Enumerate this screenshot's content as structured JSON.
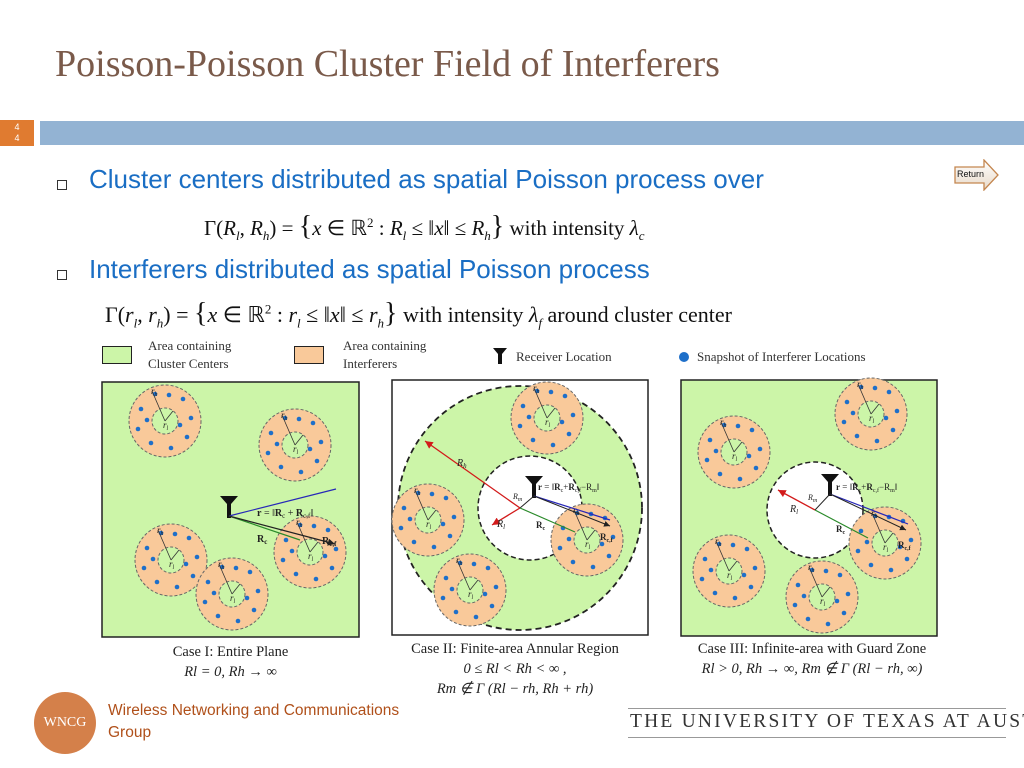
{
  "slide": {
    "title": "Poisson-Poisson Cluster Field of Interferers",
    "number_top": "4",
    "number_bottom": "4"
  },
  "bullets": [
    {
      "text": "Cluster centers distributed as spatial Poisson process over"
    },
    {
      "text": "Interferers distributed as spatial Poisson process"
    }
  ],
  "return_button": {
    "label": "Return"
  },
  "equations": {
    "eq1_tail": "with intensity",
    "eq2_tail": "with intensity",
    "eq2_end": "around cluster center"
  },
  "legend": {
    "cluster_line1": "Area containing",
    "cluster_line2": "Cluster Centers",
    "interferer_line1": "Area containing",
    "interferer_line2": "Interferers",
    "receiver": "Receiver Location",
    "snapshot": "Snapshot of Interferer Locations"
  },
  "cases": [
    {
      "caption": "Case I: Entire Plane",
      "condition": "Rl = 0, Rh → ∞"
    },
    {
      "caption": "Case II: Finite-area Annular Region",
      "condition": "0 ≤ Rl < Rh < ∞ ,",
      "condition2": "Rm ∉ Γ (Rl − rh, Rh + rh)"
    },
    {
      "caption": "Case III: Infinite-area with Guard Zone",
      "condition": "Rl > 0, Rh → ∞, Rm ∉ Γ (Rl − rh, ∞)"
    }
  ],
  "diagram_labels": {
    "rh": "r",
    "rl": "r",
    "Rh": "R",
    "Rl": "R",
    "Rm": "R",
    "r_eq": "r = ‖Rc + Rc,f‖",
    "r_eq2": "r = ‖Rc + Rc,f − Rm‖",
    "Rc": "R",
    "Rcf": "R"
  },
  "footer": {
    "logo_text": "WNCG",
    "group_line1": "Wireless Networking and Communications",
    "group_line2": "Group",
    "university": "THE UNIVERSITY OF TEXAS AT AUSTIN"
  },
  "colors": {
    "green_area": "#ccf5a8",
    "orange_area": "#f9c99a",
    "dot_blue": "#1e6fc9",
    "title_bar": "#93b3d3",
    "accent_orange": "#e07b30",
    "bullet_blue": "#1a6ec4"
  }
}
